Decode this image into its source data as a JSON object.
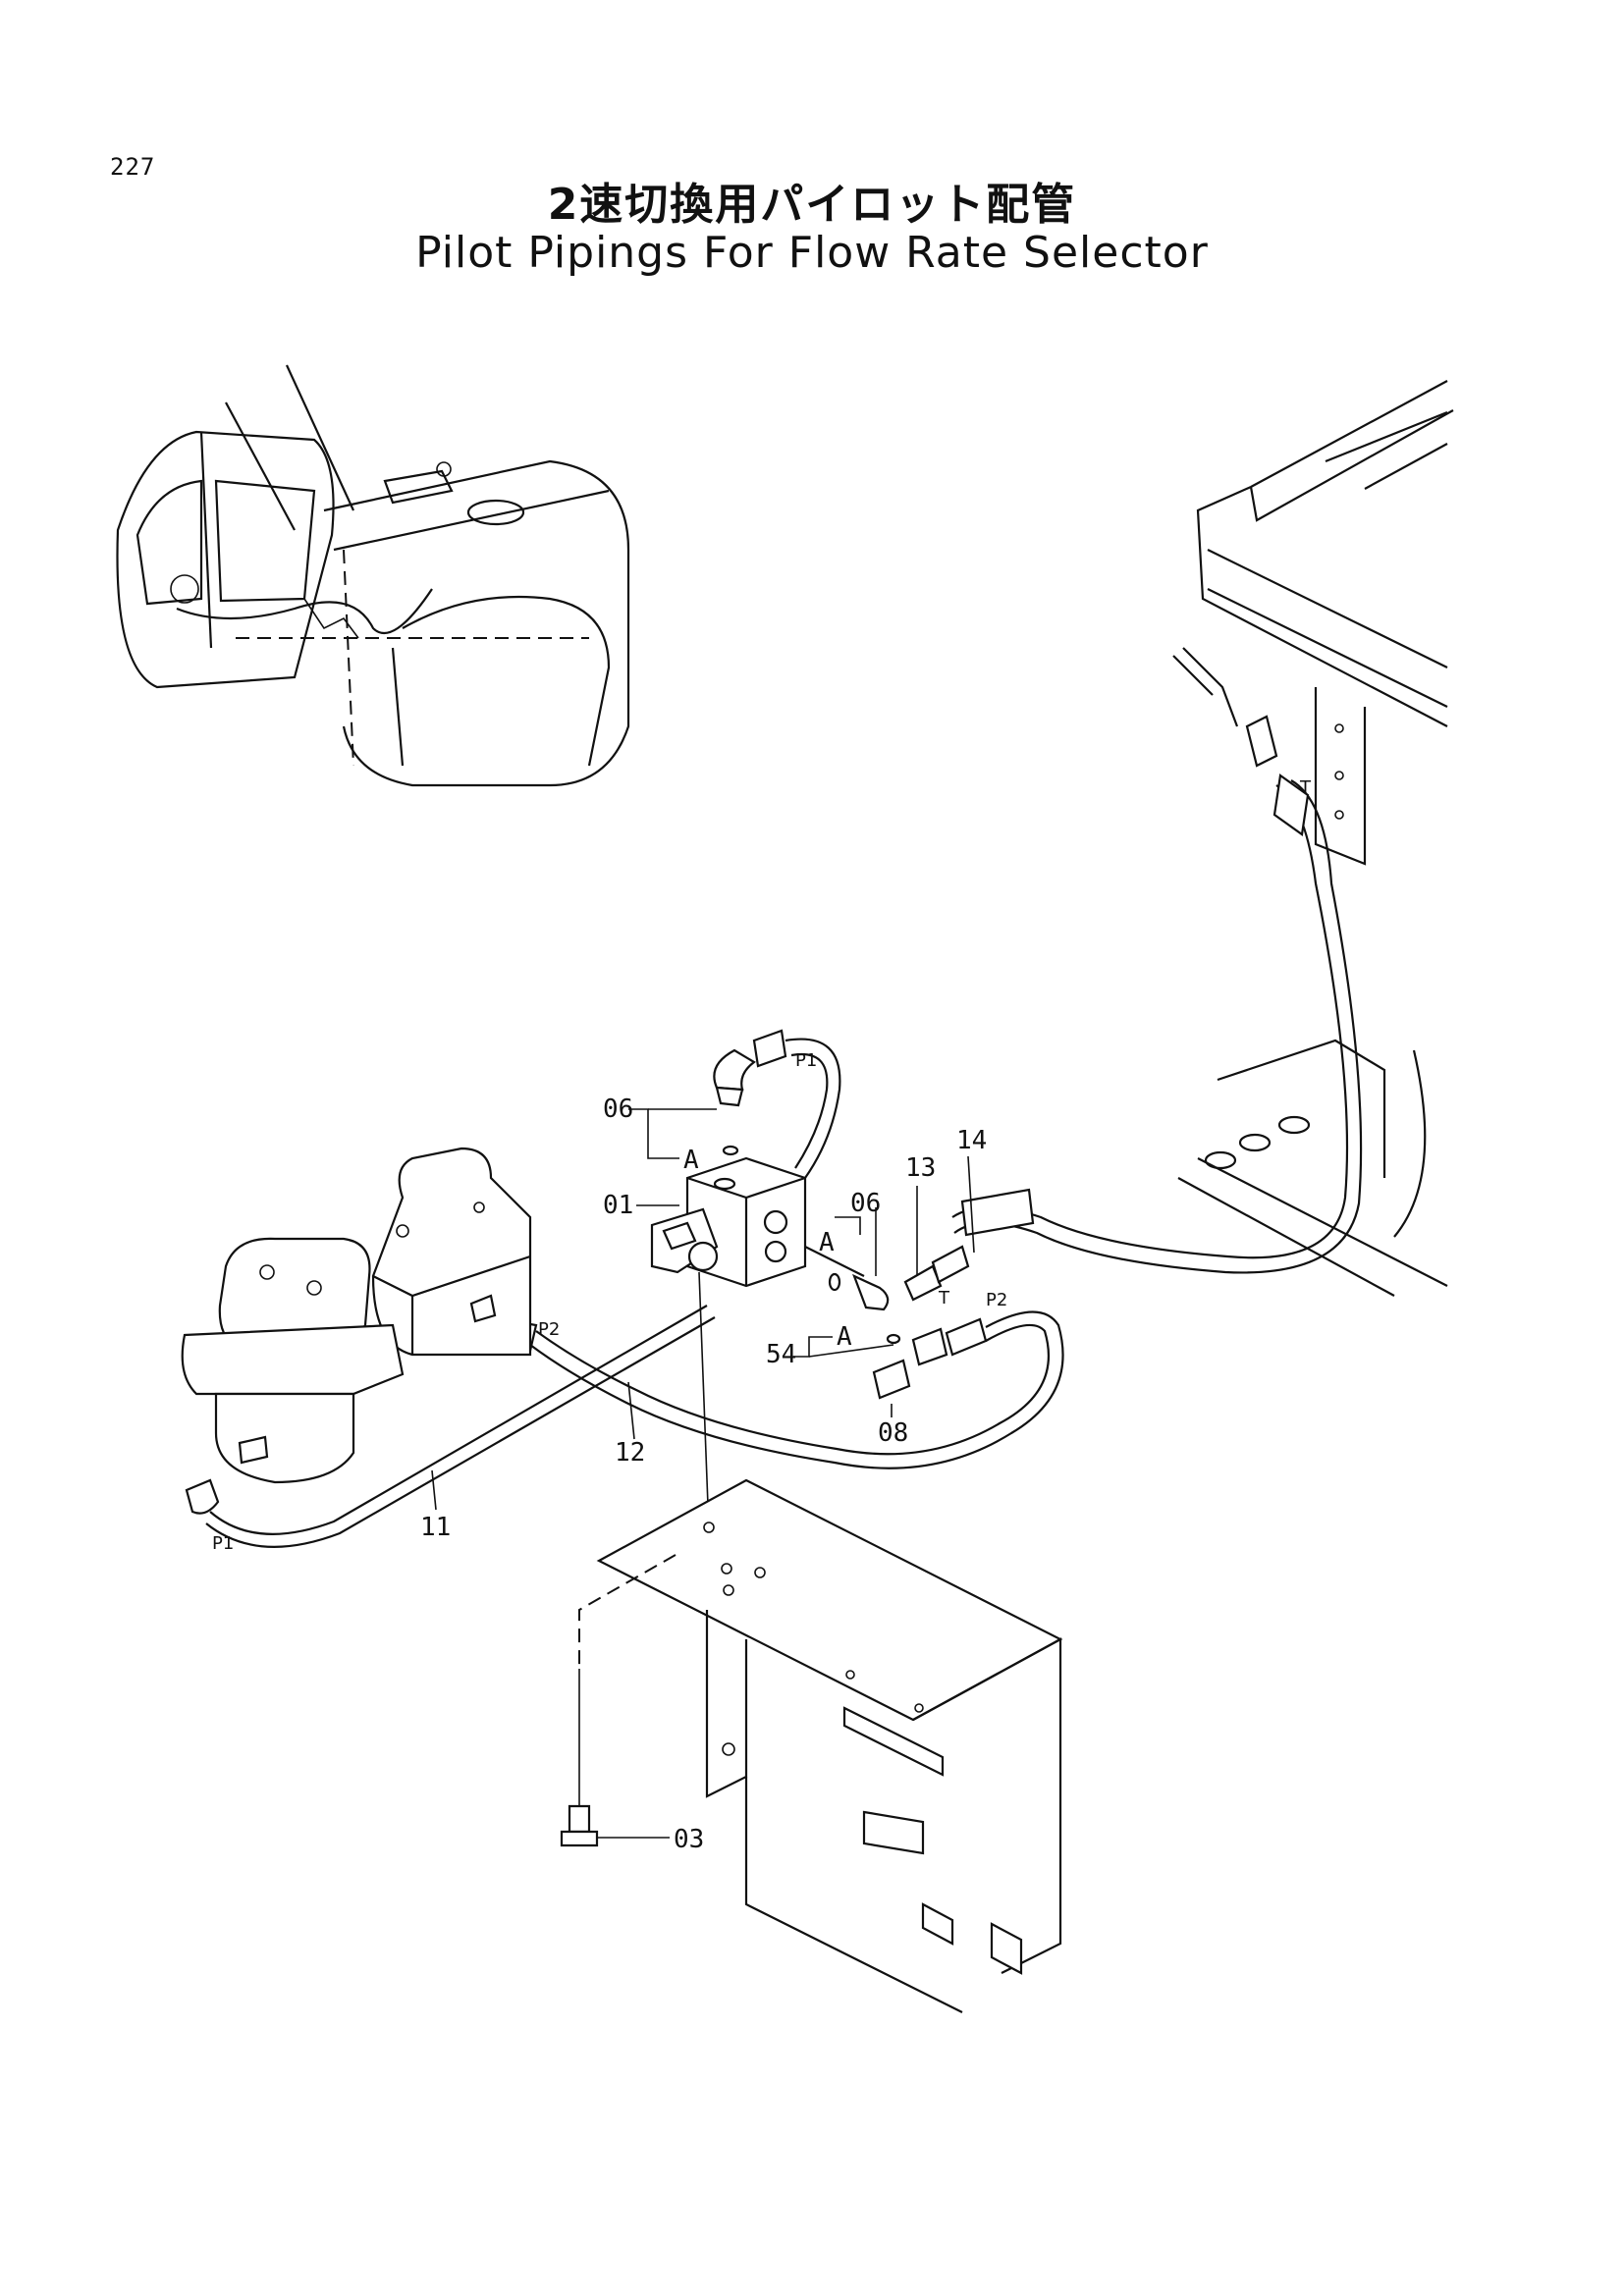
{
  "page_number": "227",
  "title_jp": "2速切換用パイロット配管",
  "title_en": "Pilot Pipings For Flow Rate Selector",
  "callouts": {
    "c01": "01",
    "c03": "03",
    "c06a": "06",
    "c06b": "06",
    "c08": "08",
    "c11": "11",
    "c12": "12",
    "c13": "13",
    "c14": "14",
    "c54": "54"
  },
  "port_labels": {
    "a1": "A",
    "a2": "A",
    "a3": "A",
    "p1_top": "P1",
    "p1_left": "P1",
    "p2_mid": "P2",
    "p2_right": "P2",
    "t_top": "T",
    "t_hose": "T"
  }
}
